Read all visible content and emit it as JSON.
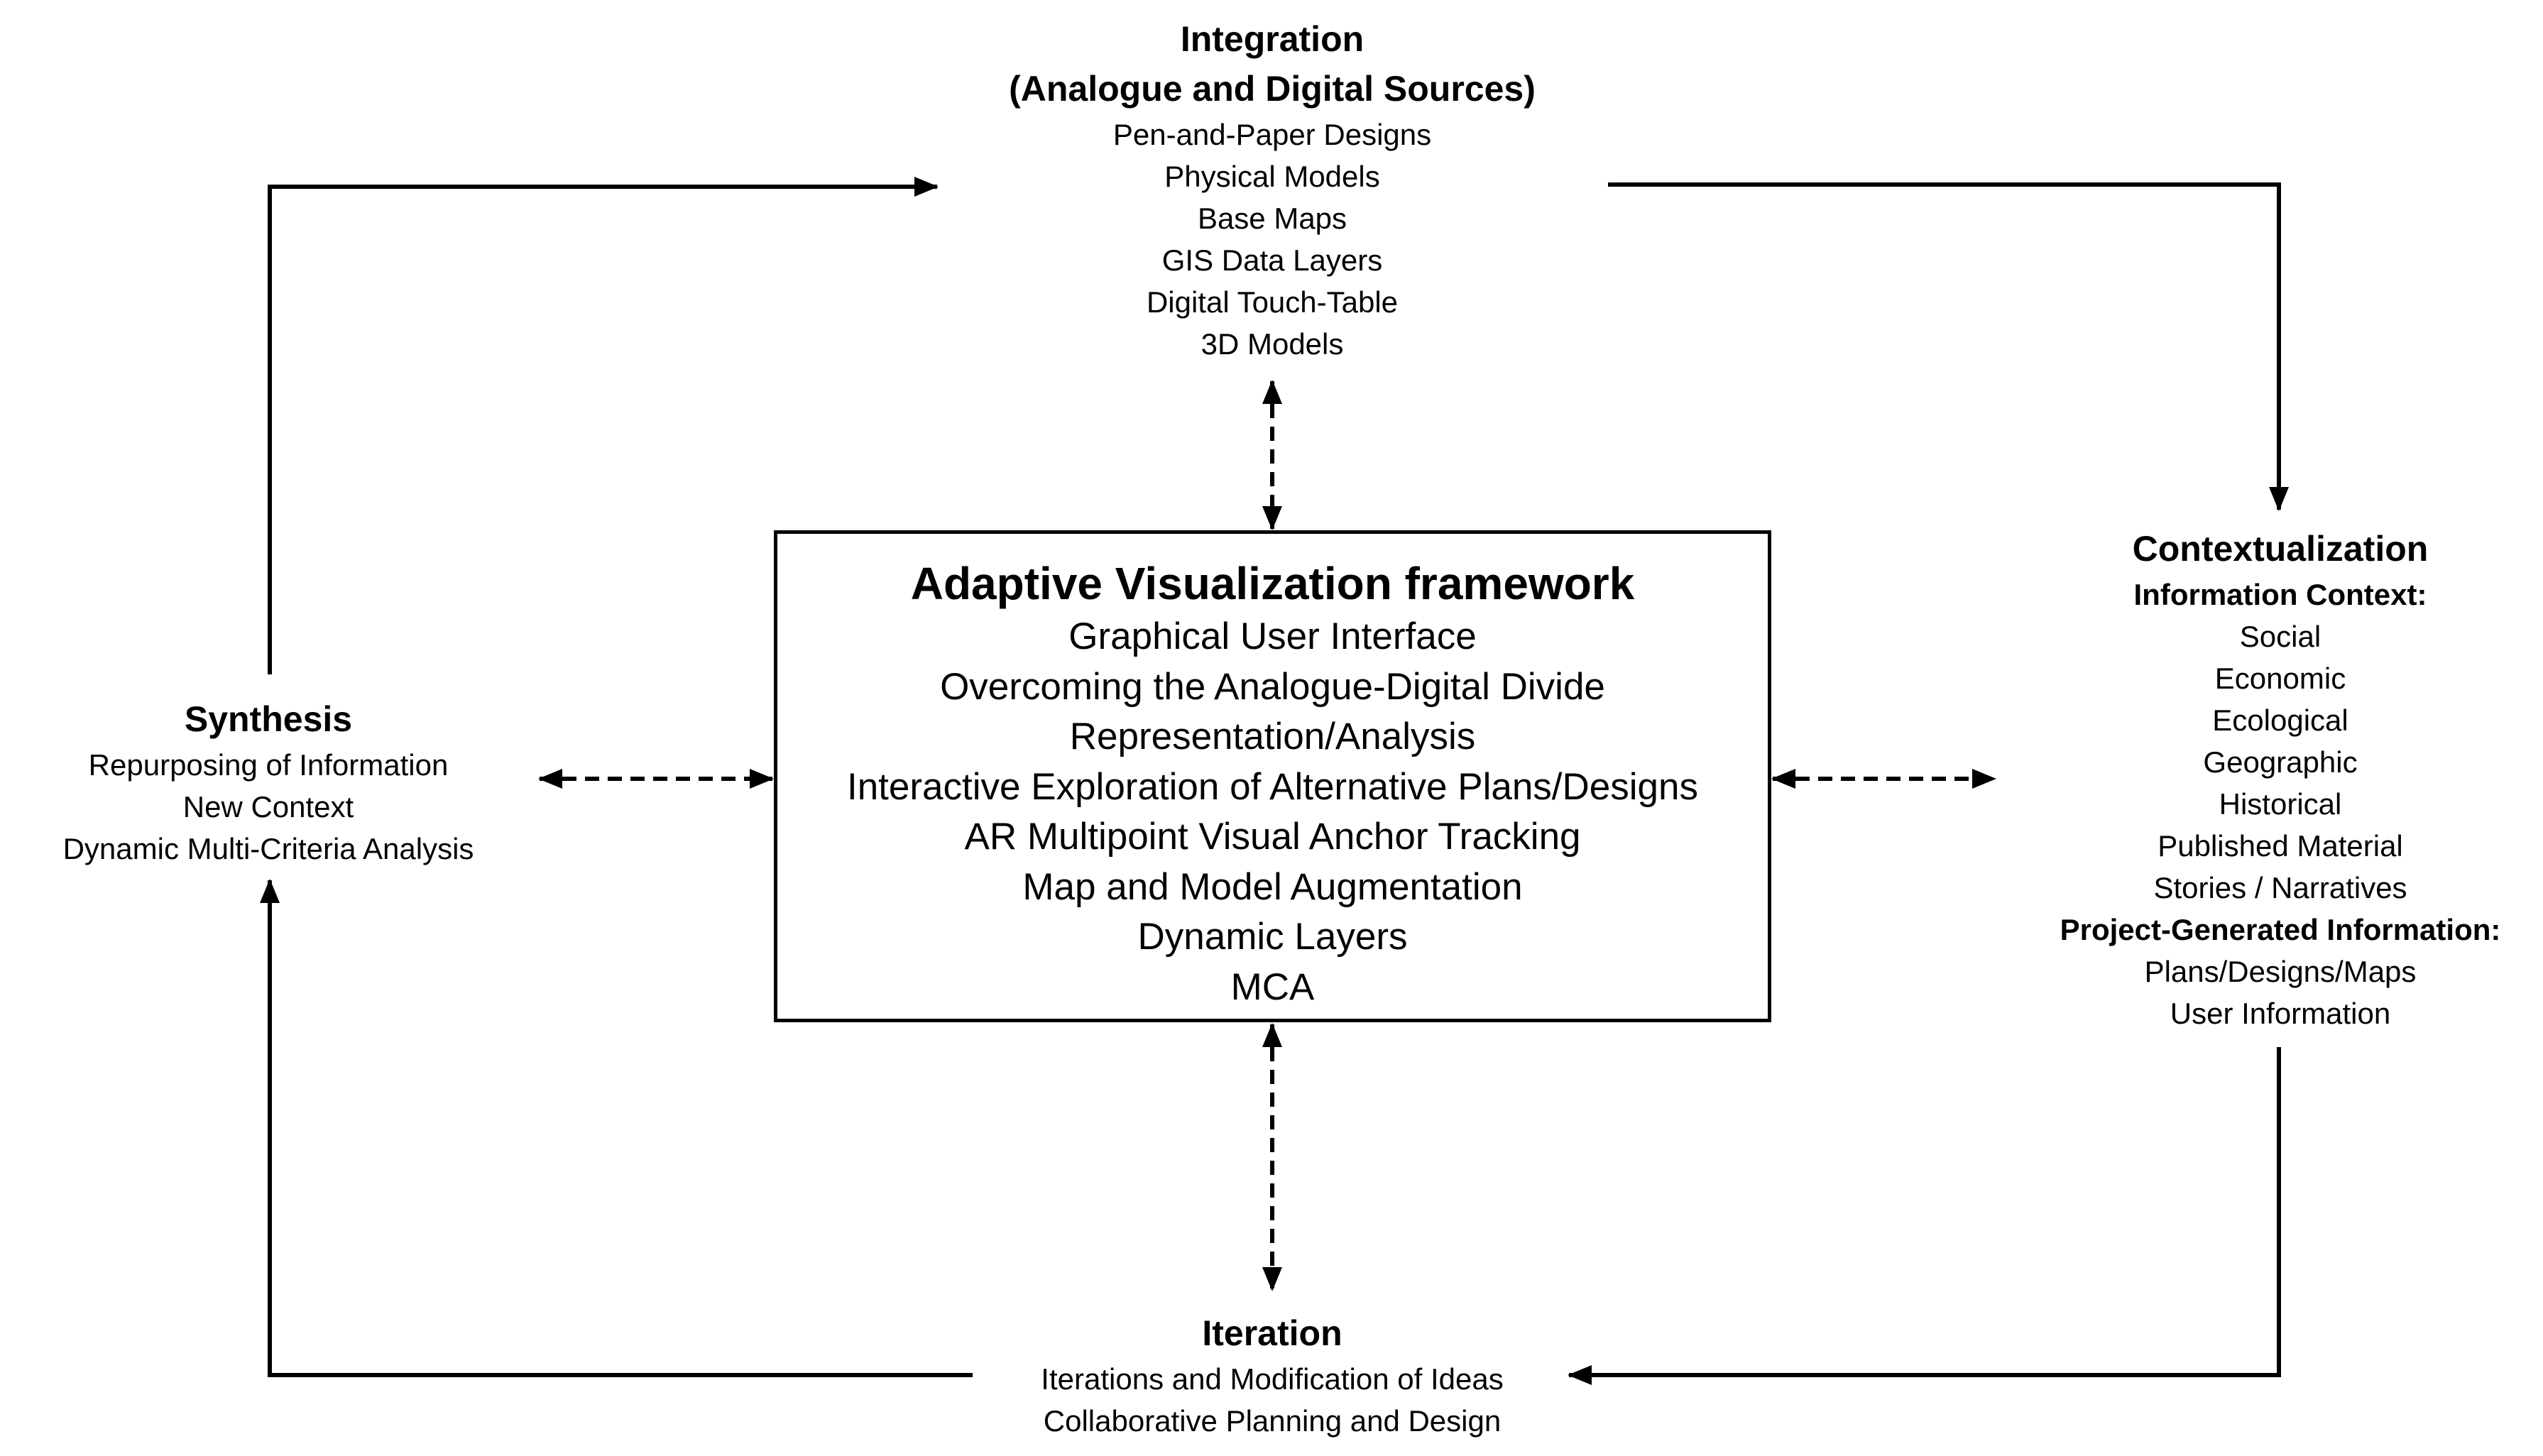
{
  "integration": {
    "title_line1": "Integration",
    "title_line2": "(Analogue and Digital Sources)",
    "items": [
      "Pen-and-Paper Designs",
      "Physical Models",
      "Base Maps",
      "GIS Data Layers",
      "Digital Touch-Table",
      "3D Models"
    ]
  },
  "framework": {
    "title": "Adaptive Visualization framework",
    "items": [
      "Graphical User Interface",
      "Overcoming the Analogue-Digital Divide",
      "Representation/Analysis",
      "Interactive Exploration of Alternative Plans/Designs",
      "AR Multipoint Visual Anchor Tracking",
      "Map and Model Augmentation",
      "Dynamic Layers",
      "MCA"
    ]
  },
  "synthesis": {
    "title": "Synthesis",
    "items": [
      "Repurposing of Information",
      "New Context",
      "Dynamic Multi-Criteria Analysis"
    ]
  },
  "contextualization": {
    "title": "Contextualization",
    "info_context_label": "Information Context:",
    "info_context_items": [
      "Social",
      "Economic",
      "Ecological",
      "Geographic",
      "Historical",
      "Published Material",
      "Stories / Narratives"
    ],
    "project_label": "Project-Generated Information:",
    "project_items": [
      "Plans/Designs/Maps",
      "User Information"
    ]
  },
  "iteration": {
    "title": "Iteration",
    "items": [
      "Iterations and Modification of Ideas",
      "Collaborative Planning and Design"
    ]
  },
  "colors": {
    "line": "#000000",
    "background": "#ffffff"
  }
}
